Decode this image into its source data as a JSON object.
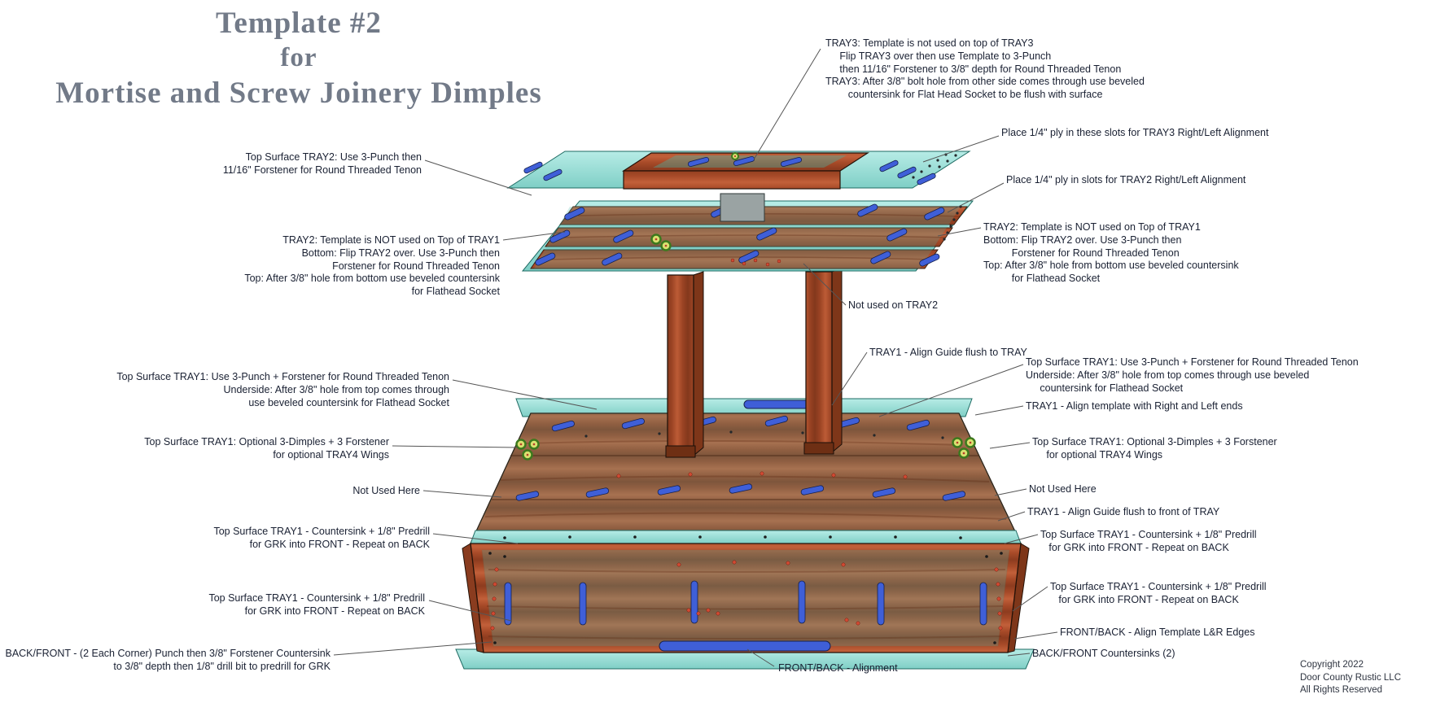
{
  "title": {
    "line1": "Template #2",
    "line2": "for",
    "line3": "Mortise and Screw Joinery Dimples"
  },
  "annotations": {
    "tray3_note": "TRAY3: Template is not used on top of TRAY3\n     Flip TRAY3 over then use Template to 3-Punch\n     then 11/16\" Forstener to 3/8\" depth for Round Threaded Tenon\nTRAY3: After 3/8\" bolt hole from other side comes through use beveled\n        countersink for Flat Head Socket to be flush with surface",
    "left": [
      {
        "text": "Top Surface TRAY2: Use 3-Punch then\n11/16\" Forstener for Round Threaded Tenon"
      },
      {
        "text": "TRAY2: Template is NOT used on Top of TRAY1\nBottom: Flip TRAY2 over. Use 3-Punch then\nForstener for Round Threaded Tenon\nTop: After 3/8\" hole from bottom use beveled countersink\nfor Flathead Socket"
      },
      {
        "text": "Top Surface TRAY1: Use 3-Punch + Forstener for Round Threaded Tenon\nUnderside: After 3/8\" hole from top comes through\nuse beveled countersink for Flathead Socket"
      },
      {
        "text": "Top Surface TRAY1: Optional 3-Dimples + 3 Forstener\nfor optional TRAY4 Wings"
      },
      {
        "text": "Not Used Here"
      },
      {
        "text": "Top Surface TRAY1 - Countersink + 1/8\" Predrill\nfor GRK into FRONT - Repeat on BACK"
      },
      {
        "text": "Top Surface TRAY1 - Countersink + 1/8\" Predrill\nfor GRK into FRONT - Repeat on BACK"
      },
      {
        "text": "BACK/FRONT - (2 Each Corner) Punch then 3/8\" Forstener Countersink\nto 3/8\" depth then 1/8\" drill bit to predrill for GRK"
      }
    ],
    "right": [
      {
        "text": "Place 1/4\" ply in these slots for TRAY3 Right/Left Alignment"
      },
      {
        "text": "Place 1/4\" ply in slots for TRAY2 Right/Left Alignment"
      },
      {
        "text": "TRAY2: Template is NOT used on Top of TRAY1\nBottom: Flip TRAY2 over. Use 3-Punch then\n          Forstener for Round Threaded Tenon\nTop: After 3/8\" hole from bottom use beveled countersink\n          for Flathead Socket"
      },
      {
        "text": "Not used on TRAY2"
      },
      {
        "text": "TRAY1 - Align Guide flush to TRAY"
      },
      {
        "text": "Top Surface TRAY1: Use 3-Punch + Forstener for Round Threaded Tenon\nUnderside: After 3/8\" hole from top comes through use beveled\n     countersink for Flathead Socket"
      },
      {
        "text": "TRAY1 - Align template with Right and Left ends"
      },
      {
        "text": "Top Surface TRAY1: Optional 3-Dimples + 3 Forstener\n     for optional TRAY4 Wings"
      },
      {
        "text": "Not Used Here"
      },
      {
        "text": "TRAY1 - Align Guide flush to front of TRAY"
      },
      {
        "text": "Top Surface TRAY1 - Countersink + 1/8\" Predrill\n   for GRK into FRONT - Repeat on BACK"
      },
      {
        "text": "Top Surface TRAY1 - Countersink + 1/8\" Predrill\n   for GRK into FRONT - Repeat on BACK"
      },
      {
        "text": "FRONT/BACK - Align Template L&R Edges"
      },
      {
        "text": "BACK/FRONT Countersinks (2)"
      }
    ],
    "bottom": {
      "text": "FRONT/BACK - Alignment"
    }
  },
  "copyright": {
    "line1": "Copyright 2022",
    "line2": "Door County Rustic LLC",
    "line3": "All Rights Reserved"
  },
  "colors": {
    "template_teal": "#8fd8cf",
    "wood_brown": "#b5542c",
    "slot_blue": "#3f5fd8",
    "dimple_green": "#3c7a1d",
    "predrill_red": "#d14a33",
    "title_gray": "#727a88"
  }
}
